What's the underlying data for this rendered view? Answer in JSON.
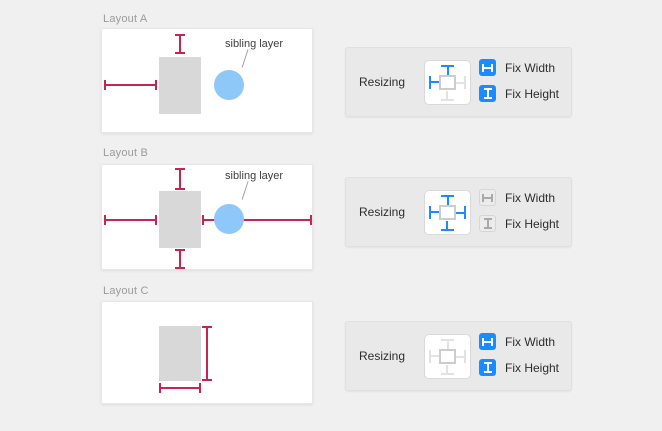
{
  "colors": {
    "page_bg": "#f0f0f0",
    "panel_bg": "#e9e9e9",
    "canvas_bg": "#ffffff",
    "shape_gray": "#d8d8d8",
    "circle_blue": "#8ec8f8",
    "measure_red": "#c9234f",
    "accent_blue": "#1a8cff",
    "inactive_pin": "#e2e2e2"
  },
  "sections": [
    {
      "label": "Layout A",
      "sibling_label": "sibling layer",
      "panel": {
        "label": "Resizing",
        "pins": {
          "top": true,
          "left": true,
          "right": false,
          "bottom": false
        },
        "fix_width": {
          "label": "Fix Width",
          "active": true
        },
        "fix_height": {
          "label": "Fix Height",
          "active": true
        }
      }
    },
    {
      "label": "Layout B",
      "sibling_label": "sibling layer",
      "panel": {
        "label": "Resizing",
        "pins": {
          "top": true,
          "left": true,
          "right": true,
          "bottom": true
        },
        "fix_width": {
          "label": "Fix Width",
          "active": false
        },
        "fix_height": {
          "label": "Fix Height",
          "active": false
        }
      }
    },
    {
      "label": "Layout C",
      "panel": {
        "label": "Resizing",
        "pins": {
          "top": false,
          "left": false,
          "right": false,
          "bottom": false
        },
        "fix_width": {
          "label": "Fix Width",
          "active": true
        },
        "fix_height": {
          "label": "Fix Height",
          "active": true
        }
      }
    }
  ]
}
